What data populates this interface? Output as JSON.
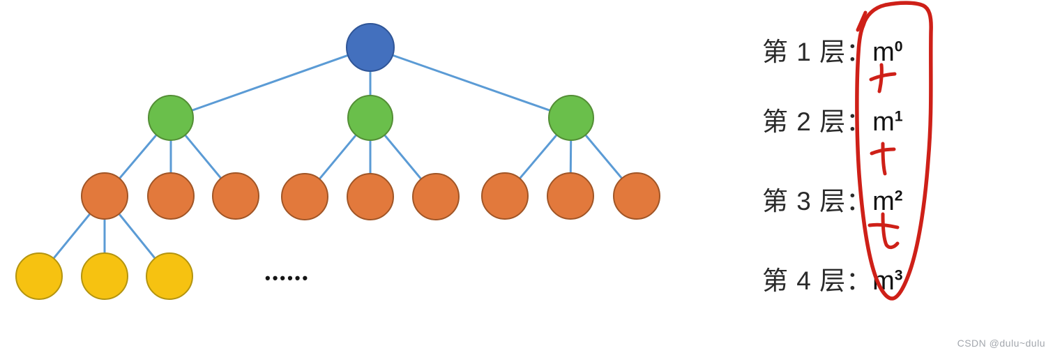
{
  "diagram": {
    "type": "tree",
    "ellipsis": "••••••",
    "edge_color": "#5B9BD5",
    "levels": [
      {
        "name": "level-1-root",
        "count": 1,
        "color": "#4370BE",
        "border": "#2F5597"
      },
      {
        "name": "level-2",
        "count": 3,
        "color": "#6ABF4B",
        "border": "#538E35"
      },
      {
        "name": "level-3",
        "count": 9,
        "color": "#E2793C",
        "border": "#A05526"
      },
      {
        "name": "level-4",
        "count": 3,
        "color": "#F6C211",
        "border": "#B3940F"
      }
    ]
  },
  "legend": {
    "rows": [
      {
        "label": "第 1 层：",
        "base": "m",
        "exp": "0"
      },
      {
        "label": "第 2 层：",
        "base": "m",
        "exp": "1"
      },
      {
        "label": "第 3 层：",
        "base": "m",
        "exp": "2"
      },
      {
        "label": "第 4 层：",
        "base": "m",
        "exp": "3"
      }
    ],
    "plus_sign": "+",
    "annotation_color": "#CE2018"
  },
  "watermark": "CSDN @dulu~dulu"
}
